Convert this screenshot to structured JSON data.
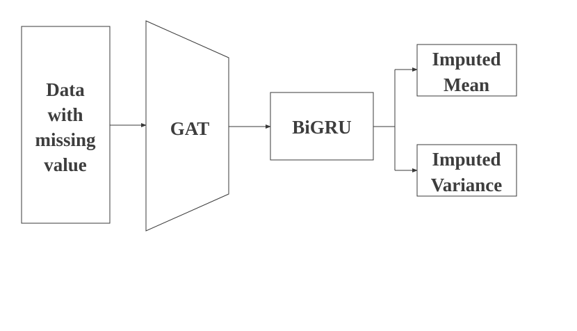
{
  "diagram": {
    "input_box": {
      "lines": [
        "Data",
        "with",
        "missing",
        "value"
      ]
    },
    "gat_block": {
      "label": "GAT"
    },
    "bigru_box": {
      "label": "BiGRU"
    },
    "output_mean": {
      "lines": [
        "Imputed",
        "Mean"
      ]
    },
    "output_variance": {
      "lines": [
        "Imputed",
        "Variance"
      ]
    },
    "colors": {
      "stroke": "#3a3a3a",
      "text": "#3d3d3d",
      "background": "#ffffff"
    }
  }
}
